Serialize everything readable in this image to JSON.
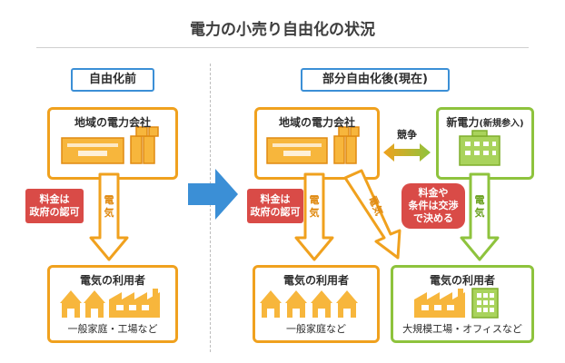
{
  "title": "電力の小売り自由化の状況",
  "before": {
    "header": "自由化前",
    "supplier_label": "地域の電力会社",
    "tag": "料金は\n政府の認可",
    "flow_label": "電\n気",
    "consumer_label": "電気の利用者",
    "consumer_note": "一般家庭・工場など"
  },
  "after": {
    "header": "部分自由化後(現在)",
    "supplier_label": "地域の電力会社",
    "competition_label": "競争",
    "new_supplier_label": "新電力",
    "new_supplier_sub": "(新規参入)",
    "tag_left": "料金は\n政府の認可",
    "tag_right": "料金や\n条件は交渉\nで決める",
    "flow_label_left": "電\n気",
    "flow_label_diag": "電気",
    "flow_label_right": "電\n気",
    "consumer_left_label": "電気の利用者",
    "consumer_left_note": "一般家庭など",
    "consumer_right_label": "電気の利用者",
    "consumer_right_note": "大規模工場・オフィスなど"
  },
  "colors": {
    "orange": "#f0a11e",
    "orange_fill": "#f7b63c",
    "green": "#8ec33d",
    "red_tag": "#d94b47",
    "blue": "#3b8fd6"
  }
}
